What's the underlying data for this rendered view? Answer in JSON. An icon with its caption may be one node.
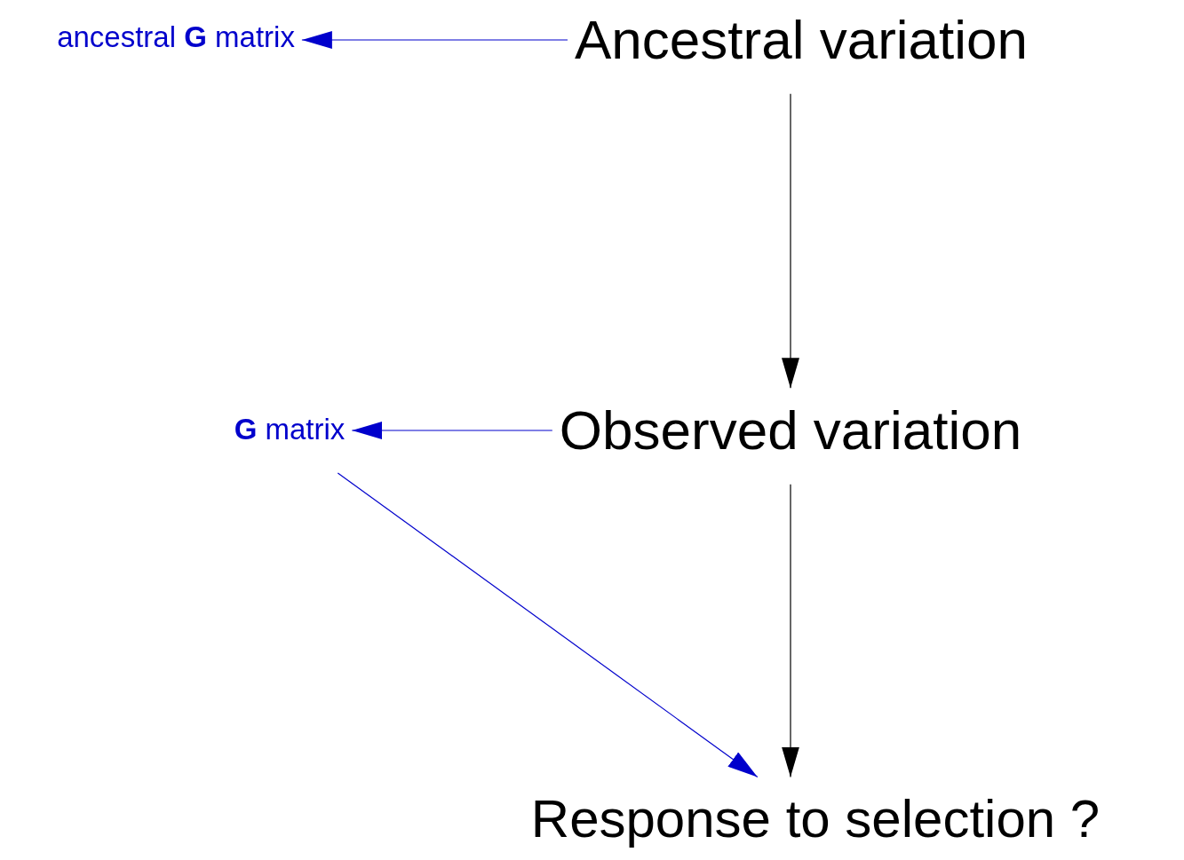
{
  "diagram": {
    "nodes": [
      {
        "text": [
          "ancestral **G** matrix"
        ]
      },
      {
        "text": [
          "Ancestral variation"
        ]
      },
      {
        "text": [
          "**G** matrix"
        ]
      },
      {
        "text": [
          "Observed variation"
        ]
      },
      {
        "text": [
          "Response to selection ?"
        ]
      }
    ],
    "edges": [
      {
        "from": 1,
        "to": 0,
        "arrow": "to"
      },
      {
        "from": 1,
        "to": 3,
        "arrow": "to",
        "color": "#000000"
      },
      {
        "from": 3,
        "to": 2,
        "arrow": "to"
      },
      {
        "from": 3,
        "to": 4,
        "arrow": "to",
        "color": "#000000"
      },
      {
        "from": 2,
        "to": 4,
        "arrow": "to"
      }
    ]
  }
}
